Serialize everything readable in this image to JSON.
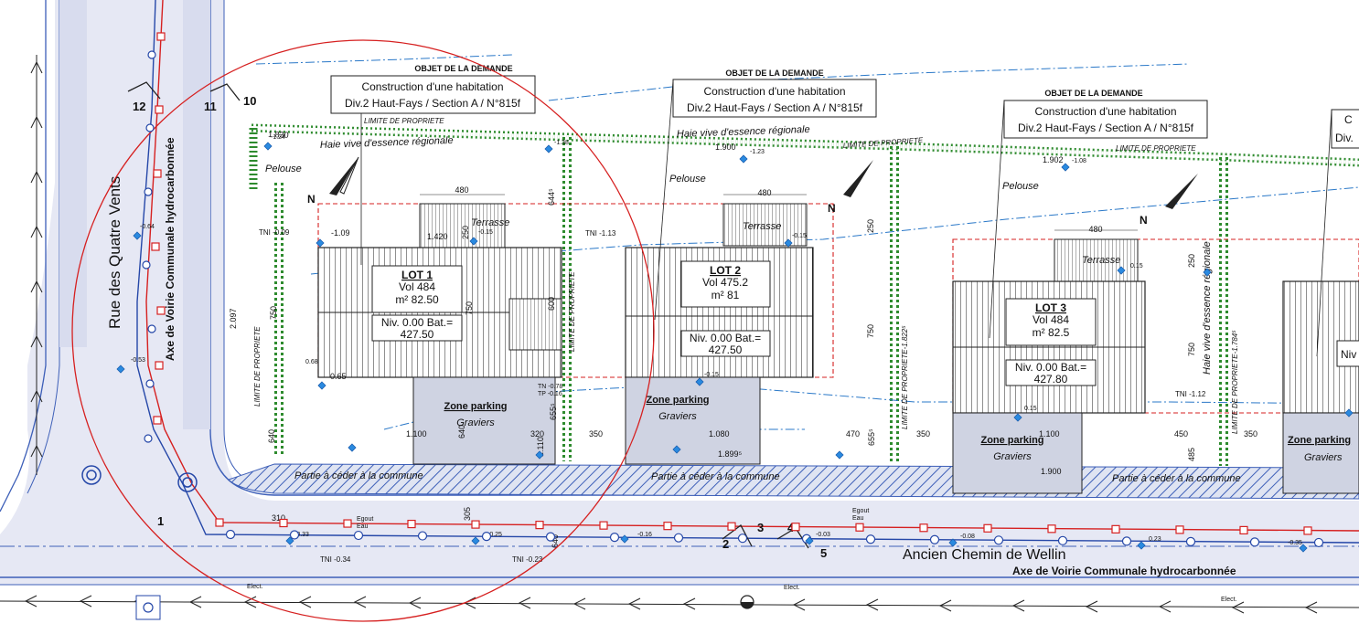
{
  "streets": {
    "left_name": "Rue des Quatre Vents",
    "left_axis": "Axe de Voirie Communale hydrocarbonnée",
    "bottom_name": "Ancien Chemin de Wellin",
    "bottom_axis": "Axe de Voirie Communale hydrocarbonnée"
  },
  "lots": [
    {
      "label": "LOT 1",
      "vol": "Vol 484",
      "area": "m² 82.50",
      "niv": "Niv. 0.00 Bat.=",
      "niv_val": "427.50",
      "header": "OBJET DE LA DEMANDE",
      "line1": "Construction d'une habitation",
      "line2": "Div.2 Haut-Fays / Section A  / N°815f"
    },
    {
      "label": "LOT 2",
      "vol": "Vol 475.2",
      "area": "m² 81",
      "niv": "Niv. 0.00 Bat.=",
      "niv_val": "427.50",
      "header": "OBJET DE LA DEMANDE",
      "line1": "Construction d'une habitation",
      "line2": "Div.2 Haut-Fays / Section A  / N°815f"
    },
    {
      "label": "LOT 3",
      "vol": "Vol 484",
      "area": "m² 82.5",
      "niv": "Niv. 0.00 Bat.=",
      "niv_val": "427.80",
      "header": "OBJET DE LA DEMANDE",
      "line1": "Construction d'une habitation",
      "line2": "Div.2 Haut-Fays / Section A  / N°815f"
    }
  ],
  "lot4_partial": {
    "line1": "C",
    "line2": "Div.",
    "niv": "Niv"
  },
  "labels": {
    "terrasse": "Terrasse",
    "zone_parking": "Zone parking",
    "graviers": "Graviers",
    "cession": "Partie à céder à la commune",
    "hedge": "Haie vive d'essence régionale",
    "limite": "LIMITE DE PROPRIETE",
    "pelouse": "Pelouse",
    "north": "N",
    "egout": "Egout",
    "eau": "Eau",
    "elect": "Elect."
  },
  "dimensions": {
    "d480": "480",
    "d250": "250",
    "d750": "750",
    "d1420": "1.420",
    "d1100": "1.100",
    "d1080": "1.080",
    "d350": "350",
    "d470": "470",
    "d450": "450",
    "d320": "320",
    "d310": "310",
    "d305": "305",
    "d640": "640",
    "d2097": "2.097",
    "d1830": "1.830",
    "d1900": "1.900",
    "d1902": "1.902",
    "d1899": "1.899⁵",
    "d1900b": "1.900",
    "d655": "655⁵",
    "d644": "644⁵",
    "d600": "600",
    "d485": "485",
    "d1110": "1.110",
    "lim1822": "LIMITE DE PROPRIETE-1.822⁵",
    "lim1784": "LIMITE DE PROPRIETE-1.784⁵"
  },
  "levels": {
    "tni009": "TNI -0.09",
    "tni113": "TNI -1.13",
    "tni112": "TNI -1.12",
    "tni034": "TNI -0.34",
    "tni023": "TNI -0.23",
    "tn078": "TN -0.78",
    "tp016": "TP -0.16",
    "l109": "-1.09",
    "l015a": "-0.15",
    "l015b": "-0.15",
    "l015c": "0.15",
    "l015d": "-0.15",
    "l015e": "0.15",
    "l065": "0.65",
    "l068": "0.68",
    "l064": "-0.64",
    "l053": "-0.53",
    "l033": "-0.33",
    "l025": "-0.25",
    "l016": "-0.16",
    "l003": "-0.03",
    "l008": "-0.08",
    "l023": "0.23",
    "l035": "-0.35",
    "l124": "-1.24",
    "l138": "-1.38",
    "l123": "-1.23",
    "l108": "-1.08"
  },
  "points": [
    "1",
    "2",
    "3",
    "4",
    "5",
    "10",
    "11",
    "12"
  ]
}
